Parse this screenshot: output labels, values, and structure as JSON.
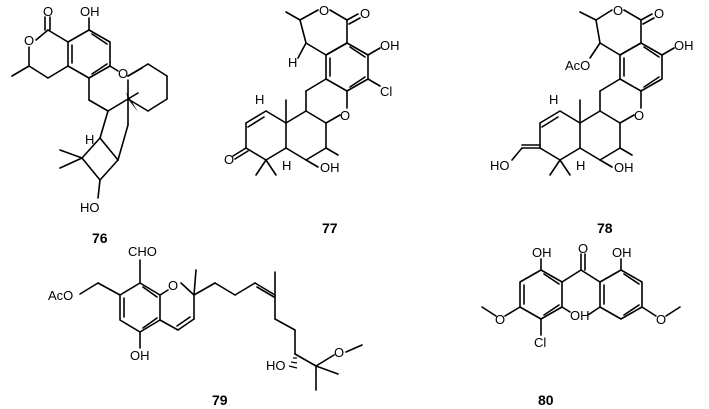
{
  "compounds": [
    {
      "id": "76",
      "atoms": {
        "o_carbonyl": "O",
        "oh_top": "OH",
        "o_lactone": "O",
        "o_pyran": "O",
        "h_stereo": "H",
        "ho_bottom": "HO"
      }
    },
    {
      "id": "77",
      "atoms": {
        "o_lactone": "O",
        "o_carbonyl": "O",
        "h_top": "H",
        "oh_ar": "OH",
        "cl": "Cl",
        "o_pyran": "O",
        "h_ring": "H",
        "o_ketone": "O",
        "h_bottom": "H",
        "oh_bottom": "OH"
      }
    },
    {
      "id": "78",
      "atoms": {
        "o_lactone": "O",
        "o_carbonyl": "O",
        "aco": "AcO",
        "oh_ar": "OH",
        "h_ring": "H",
        "o_pyran": "O",
        "ho_left": "HO",
        "h_bottom": "H",
        "oh_bottom": "OH"
      }
    },
    {
      "id": "79",
      "atoms": {
        "cho": "CHO",
        "o_pyran": "O",
        "aco": "AcO",
        "oh": "OH",
        "ho": "HO",
        "o_methoxy": "O"
      }
    },
    {
      "id": "80",
      "atoms": {
        "oh_left": "OH",
        "o_keto": "O",
        "oh_right": "OH",
        "o_meo_left": "O",
        "oh_mid": "OH",
        "cl": "Cl",
        "o_meo_right": "O"
      }
    }
  ]
}
